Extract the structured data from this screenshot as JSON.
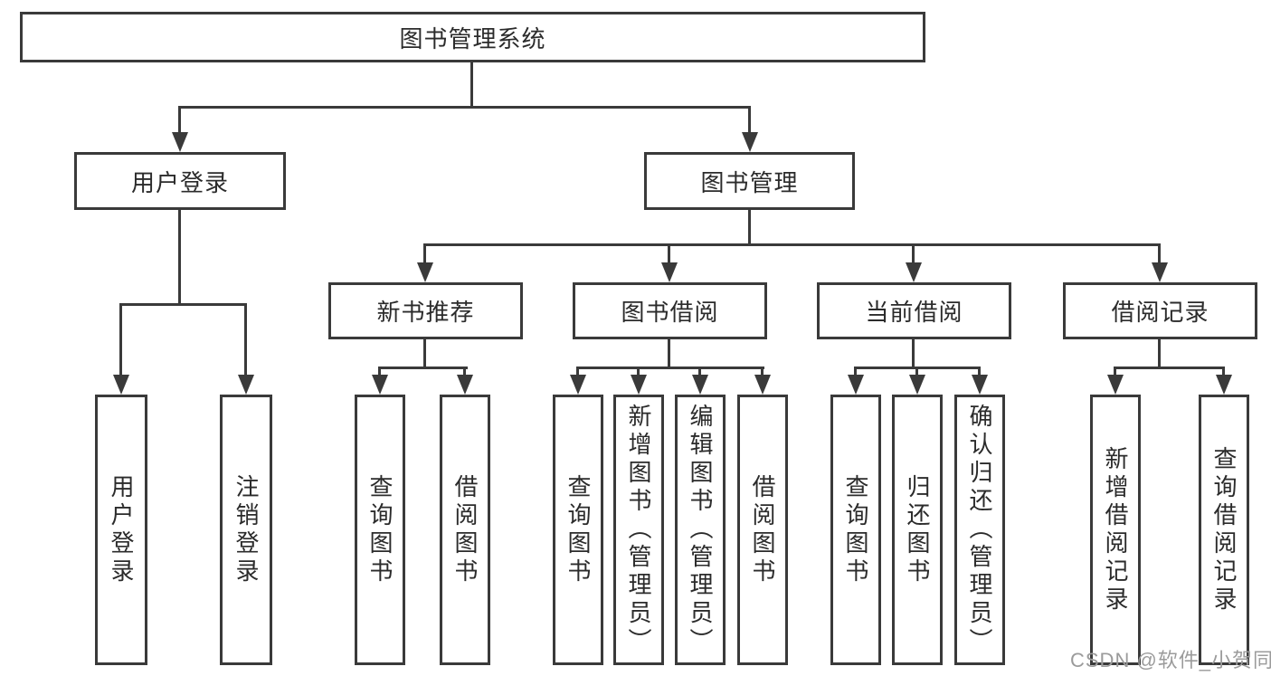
{
  "diagram": {
    "title": "图书管理系统",
    "branches": [
      {
        "label": "用户登录",
        "children": [
          {
            "label": "用户登录"
          },
          {
            "label": "注销登录"
          }
        ]
      },
      {
        "label": "图书管理",
        "children": [
          {
            "label": "新书推荐",
            "children": [
              {
                "label": "查询图书"
              },
              {
                "label": "借阅图书"
              }
            ]
          },
          {
            "label": "图书借阅",
            "children": [
              {
                "label": "查询图书"
              },
              {
                "label": "新增图书（管理员）"
              },
              {
                "label": "编辑图书（管理员）"
              },
              {
                "label": "借阅图书"
              }
            ]
          },
          {
            "label": "当前借阅",
            "children": [
              {
                "label": "查询图书"
              },
              {
                "label": "归还图书"
              },
              {
                "label": "确认归还（管理员）"
              }
            ]
          },
          {
            "label": "借阅记录",
            "children": [
              {
                "label": "新增借阅记录"
              },
              {
                "label": "查询借阅记录"
              }
            ]
          }
        ]
      }
    ]
  },
  "watermark": {
    "text": "CSDN @软件_小贺同学",
    "color": "#9b9b9b"
  },
  "colors": {
    "line": "#3a3a3a",
    "text": "#2b2b2b",
    "background": "#ffffff"
  }
}
